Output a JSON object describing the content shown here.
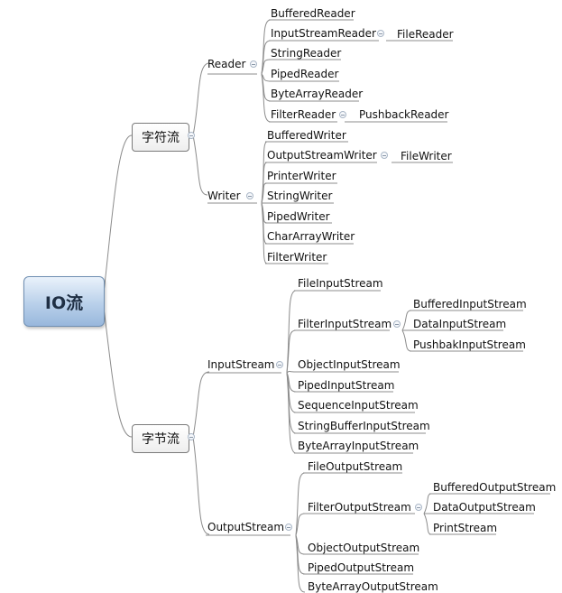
{
  "root": "IO流",
  "cats": {
    "char": "字符流",
    "byte": "字节流"
  },
  "branches": {
    "reader": "Reader",
    "writer": "Writer",
    "input": "InputStream",
    "output": "OutputStream"
  },
  "reader_items": [
    "BufferedReader",
    "InputStreamReader",
    "StringReader",
    "PipedReader",
    "ByteArrayReader",
    "FilterReader"
  ],
  "reader_sub": {
    "isr": "FileReader",
    "filter": "PushbackReader"
  },
  "writer_items": [
    "BufferedWriter",
    "OutputStreamWriter",
    "PrinterWriter",
    "StringWriter",
    "PipedWriter",
    "CharArrayWriter",
    "FilterWriter"
  ],
  "writer_sub": {
    "osw": "FileWriter"
  },
  "input_items": [
    "FileInputStream",
    "FilterInputStream",
    "ObjectInputStream",
    "PipedInputStream",
    "SequenceInputStream",
    "StringBufferInputStream",
    "ByteArrayInputStream"
  ],
  "input_sub": [
    "BufferedInputStream",
    "DataInputStream",
    "PushbakInputStream"
  ],
  "output_items": [
    "FileOutputStream",
    "FilterOutputStream",
    "ObjectOutputStream",
    "PipedOutputStream",
    "ByteArrayOutputStream"
  ],
  "output_sub": [
    "BufferedOutputStream",
    "DataOutputStream",
    "PrintStream"
  ]
}
